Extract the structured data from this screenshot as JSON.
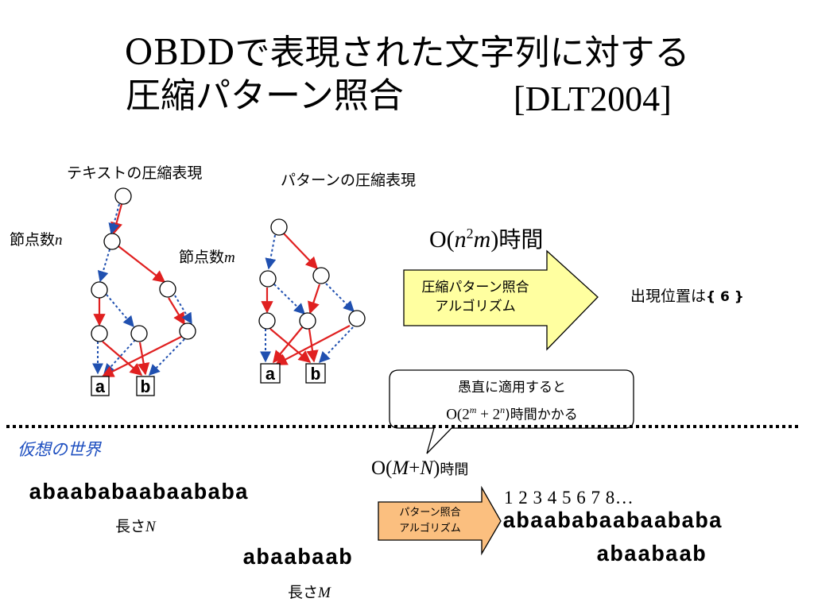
{
  "title": {
    "line1": "OBDDで表現された文字列に対する",
    "line2_main": "圧縮パターン照合",
    "line2_ref": "[DLT2004]"
  },
  "text_obdd": {
    "caption": "テキストの圧縮表現",
    "node_count_prefix": "節点数",
    "node_count_var": "n",
    "leaf_a": "a",
    "leaf_b": "b"
  },
  "pattern_obdd": {
    "caption": "パターンの圧縮表現",
    "node_count_prefix": "節点数",
    "node_count_var": "m",
    "leaf_a": "a",
    "leaf_b": "b"
  },
  "complexity_top": {
    "prefix": "O(",
    "n": "n",
    "exp": "2",
    "m": "m",
    "suffix": ")",
    "unit": "時間"
  },
  "algo_arrow_top": {
    "line1": "圧縮パターン照合",
    "line2": "アルゴリズム",
    "fill": "#ffffa0"
  },
  "result": {
    "text": "出現位置は",
    "set": "{ 6 }"
  },
  "callout": {
    "line1": "愚直に適用すると",
    "line2_a": "O(2",
    "exp_m": "m",
    "line2_b": " + 2",
    "exp_n": "n",
    "line2_c": ")時間かかる"
  },
  "virtual_world": {
    "label": "仮想の世界",
    "text_string": "abaababaabaababa",
    "text_length_prefix": "長さ",
    "text_length_var": "N",
    "pattern_string": "abaabaab",
    "pattern_length_prefix": "長さ",
    "pattern_length_var": "M"
  },
  "complexity_bottom": {
    "prefix": "O(",
    "M": "M",
    "plus": "+",
    "N": "N",
    "suffix": ")",
    "unit": "時間"
  },
  "algo_arrow_bottom": {
    "line1": "パターン照合",
    "line2": "アルゴリズム",
    "fill": "#fbbf7f"
  },
  "alignment": {
    "positions": "1 2 3 4 5 6 7 8…",
    "text_string": "abaababaabaababa",
    "pattern_string": "abaabaab"
  },
  "colors": {
    "one_edge": "#e02020",
    "zero_edge": "#2050b0",
    "virtual_label": "#1e4fc0"
  }
}
